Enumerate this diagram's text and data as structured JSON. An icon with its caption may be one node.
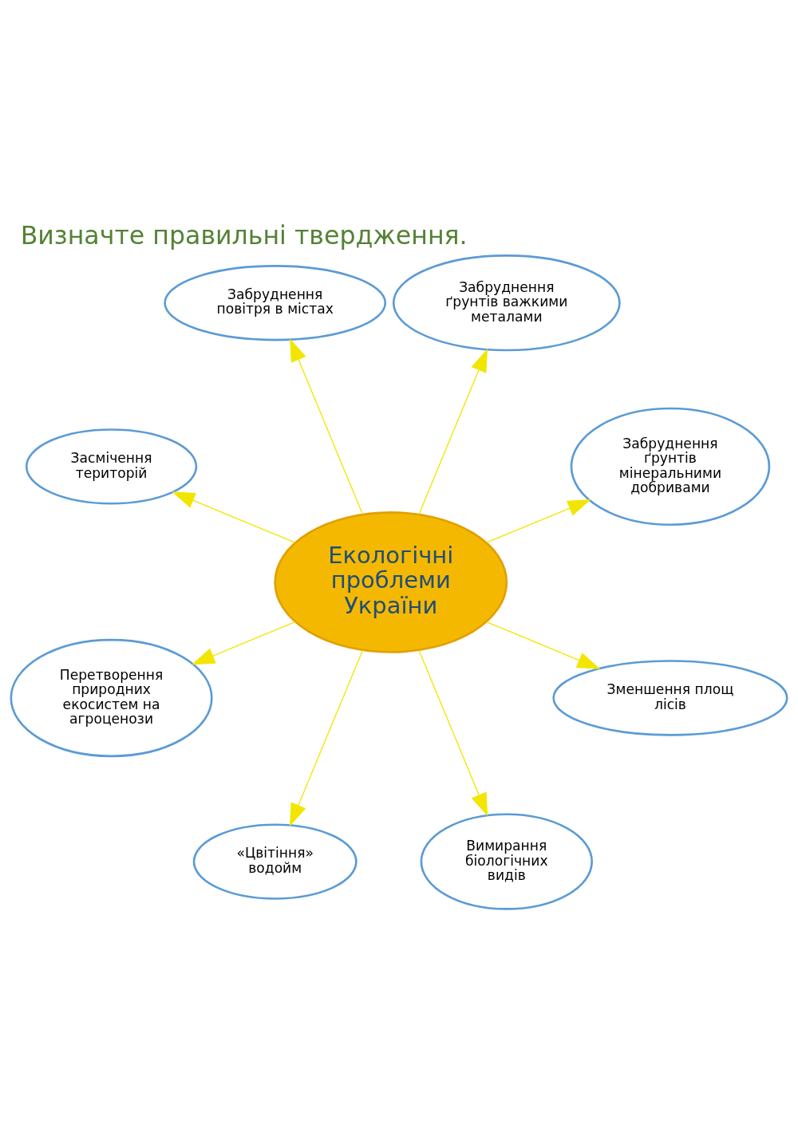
{
  "diagram": {
    "title": "Визначте правильні твердження.",
    "nodes": [
      {
        "text": [
          "Забруднення ґрунтів мінеральними добривами"
        ]
      },
      {
        "text": [
          "Забруднення ґрунтів важкими металами"
        ]
      },
      {
        "text": [
          "Забруднення повітря в містах"
        ]
      },
      {
        "text": [
          "Засмічення територій"
        ]
      },
      {
        "text": [
          "Екологічні проблеми України"
        ]
      },
      {
        "text": [
          "Перетворення природних екосистем на агроценози"
        ]
      },
      {
        "text": [
          "«Цвітіння» водойм"
        ]
      },
      {
        "text": [
          "Вимирання біологічних видів"
        ]
      },
      {
        "text": [
          "Зменшення площ лісів"
        ]
      }
    ],
    "edges": [
      {
        "from": 4,
        "to": 0,
        "arrow": "to"
      },
      {
        "from": 4,
        "to": 1,
        "arrow": "to"
      },
      {
        "from": 4,
        "to": 2,
        "arrow": "to"
      },
      {
        "from": 4,
        "to": 3,
        "arrow": "to"
      },
      {
        "from": 4,
        "to": 5,
        "arrow": "to"
      },
      {
        "from": 4,
        "to": 6,
        "arrow": "to"
      },
      {
        "from": 4,
        "to": 7,
        "arrow": "to"
      },
      {
        "from": 4,
        "to": 8,
        "arrow": "to"
      }
    ]
  }
}
